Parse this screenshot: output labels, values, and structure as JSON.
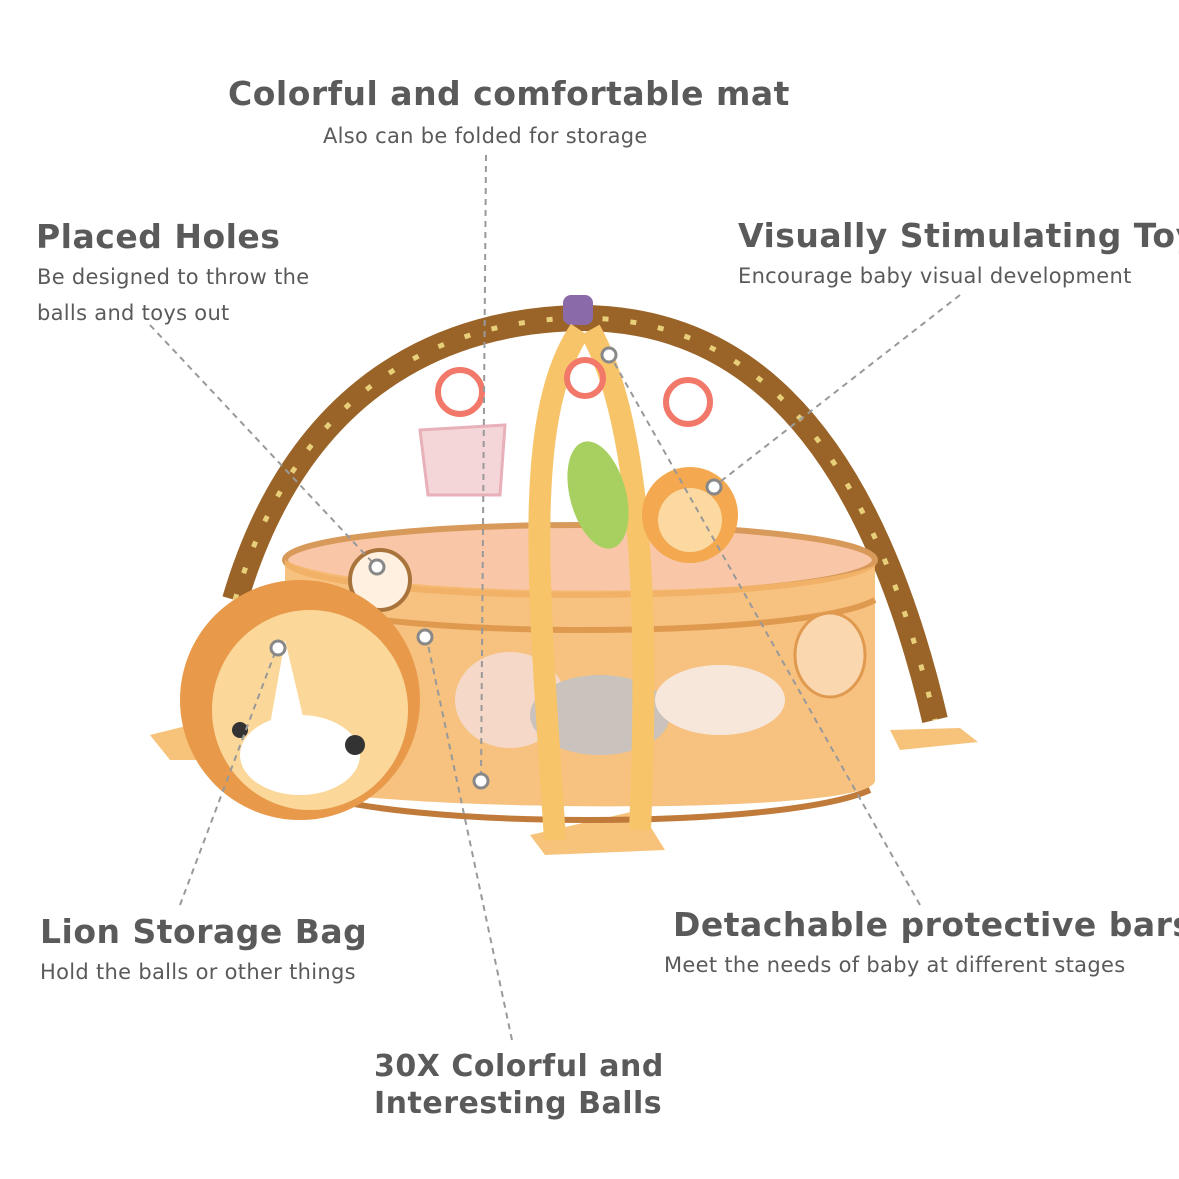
{
  "callouts": {
    "mat": {
      "title": "Colorful and comfortable mat",
      "subtitle": "Also can be folded for storage"
    },
    "holes": {
      "title": "Placed Holes",
      "subtitle_line1": "Be designed to throw the",
      "subtitle_line2": "balls and toys out"
    },
    "toys": {
      "title": "Visually Stimulating Toys",
      "subtitle": "Encourage baby visual development"
    },
    "bag": {
      "title": "Lion Storage Bag",
      "subtitle": "Hold the balls or other things"
    },
    "bars": {
      "title": "Detachable protective bars",
      "subtitle": "Meet the needs of baby at different stages"
    },
    "balls": {
      "title_line1": "30X Colorful and",
      "title_line2": "Interesting Balls"
    }
  },
  "colors": {
    "text": "#5a5a5a",
    "arch": "#9a6428",
    "mesh": "#f6b66a",
    "bar": "#f7c46a",
    "line": "#999999"
  }
}
